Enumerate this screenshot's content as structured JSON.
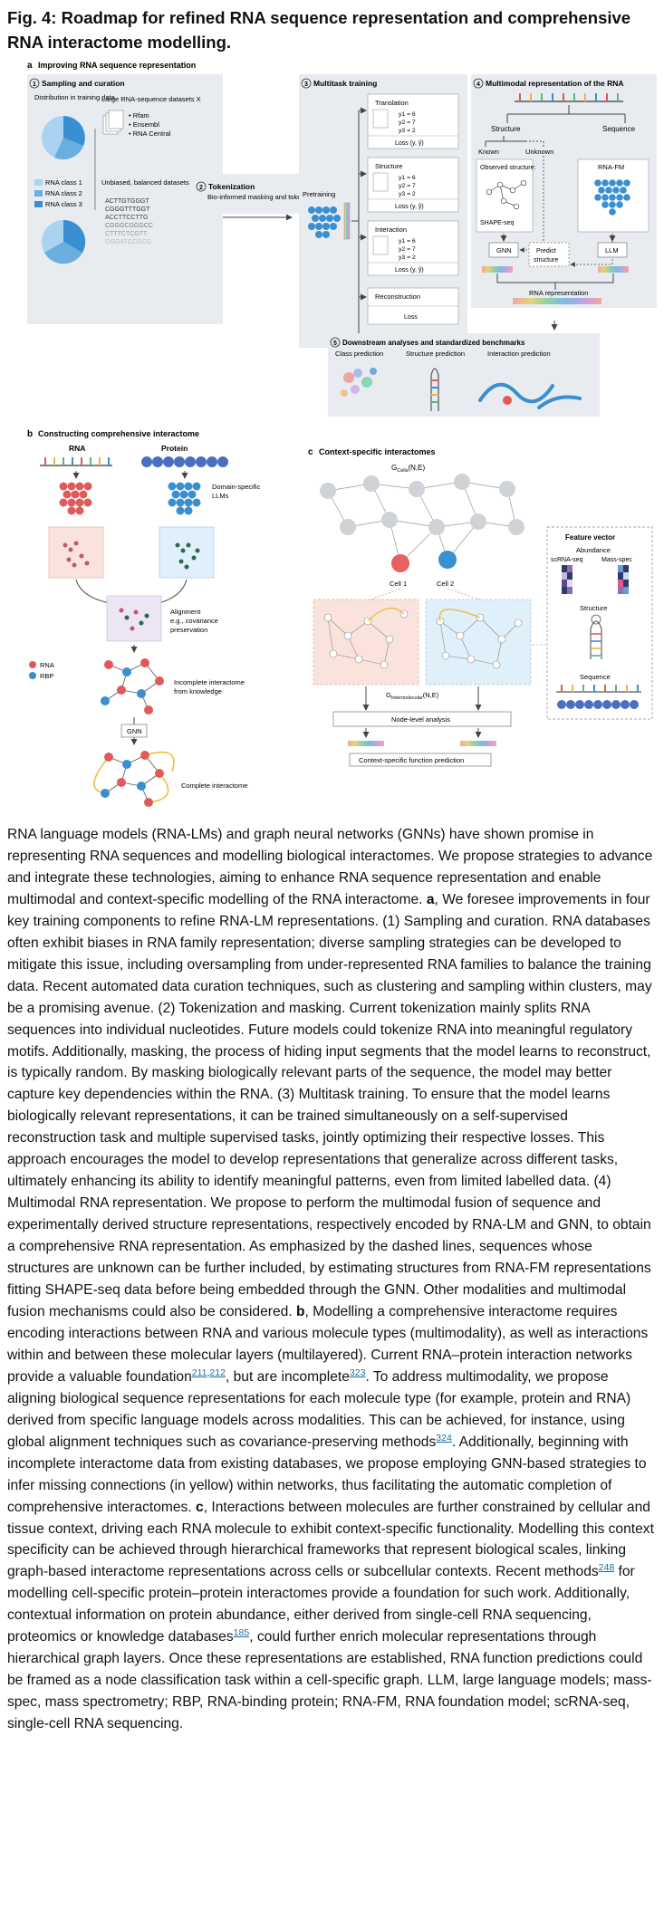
{
  "figure": {
    "title": "Fig. 4: Roadmap for refined RNA sequence representation and comprehensive RNA interactome modelling.",
    "panel_a": {
      "letter": "a",
      "title": "Improving RNA sequence representation",
      "s1": {
        "num": "1",
        "title": "Sampling and curation",
        "dist_label": "Distribution in training data",
        "legend": [
          "RNA class 1",
          "RNA class 2",
          "RNA class 3"
        ],
        "large_ds": "Large RNA-sequence datasets X",
        "sources": [
          "Rfam",
          "Ensembl",
          "RNA Central"
        ],
        "unbiased": "Unbiased, balanced datasets",
        "seqs": [
          "ACTTGTGGGT",
          "CGGGTTTGGT",
          "ACCTTCCTTG",
          "CGGGCGGGCC",
          "CTTTCTCGTT",
          "GGGATGCGCG"
        ]
      },
      "s2": {
        "num": "2",
        "title": "Tokenization",
        "desc": "Bio-informed masking and tokenization"
      },
      "s3": {
        "num": "3",
        "title": "Multitask training",
        "pretraining": "Pretraining",
        "tasks": [
          "Translation",
          "Structure",
          "Interaction",
          "Reconstruction"
        ],
        "outputs": [
          "y1 = 6",
          "y2 = 7",
          "y3 = 2"
        ],
        "loss": "Loss (y, ŷ)",
        "loss_plain": "Loss"
      },
      "s4": {
        "num": "4",
        "title": "Multimodal representation of the RNA",
        "structure": "Structure",
        "sequence": "Sequence",
        "known": "Known",
        "unknown": "Unknown",
        "observed": "Observed structure:",
        "shape": "SHAPE-seq",
        "rnafm": "RNA-FM",
        "gnn": "GNN",
        "predict": "Predict structure",
        "llm": "LLM",
        "rep": "RNA representation"
      },
      "s5": {
        "num": "5",
        "title": "Downstream analyses and standardized benchmarks",
        "labels": [
          "Class prediction",
          "Structure prediction",
          "Interaction prediction"
        ]
      }
    },
    "panel_b": {
      "letter": "b",
      "title": "Constructing comprehensive interactome",
      "rna": "RNA",
      "protein": "Protein",
      "llms": "Domain-specific LLMs",
      "alignment": "Alignment e.g., covariance preservation",
      "legend": [
        "RNA",
        "RBP"
      ],
      "incomplete": "Incomplete interactome from knowledge",
      "gnn": "GNN",
      "complete": "Complete interactome"
    },
    "panel_c": {
      "letter": "c",
      "title": "Context-specific interactomes",
      "gcell": "G",
      "gcell_sub": "Cells",
      "gcell_tail": "(N,E)",
      "cell1": "Cell 1",
      "cell2": "Cell 2",
      "ginter": "G",
      "ginter_sub": "Intermolecular",
      "ginter_tail": "(N,E)",
      "node_level": "Node-level analysis",
      "ctx": "Context-specific function prediction",
      "fv_title": "Feature vector",
      "abundance": "Abundance",
      "scrna": "scRNA-seq",
      "massspec": "Mass-spec",
      "structure": "Structure",
      "sequence": "Sequence"
    }
  },
  "caption": {
    "p1": "RNA language models (RNA-LMs) and graph neural networks (GNNs) have shown promise in representing RNA sequences and modelling biological interactomes. We propose strategies to advance and integrate these technologies, aiming to enhance RNA sequence representation and enable multimodal and context-specific modelling of the RNA interactome. ",
    "a": "a",
    "p2": ", We foresee improvements in four key training components to refine RNA-LM representations. (1) Sampling and curation. RNA databases often exhibit biases in RNA family representation; diverse sampling strategies can be developed to mitigate this issue, including oversampling from under-represented RNA families to balance the training data. Recent automated data curation techniques, such as clustering and sampling within clusters, may be a promising avenue. (2) Tokenization and masking. Current tokenization mainly splits RNA sequences into individual nucleotides. Future models could tokenize RNA into meaningful regulatory motifs. Additionally, masking, the process of hiding input segments that the model learns to reconstruct, is typically random. By masking biologically relevant parts of the sequence, the model may better capture key dependencies within the RNA. (3) Multitask training. To ensure that the model learns biologically relevant representations, it can be trained simultaneously on a self-supervised reconstruction task and multiple supervised tasks, jointly optimizing their respective losses. This approach encourages the model to develop representations that generalize across different tasks, ultimately enhancing its ability to identify meaningful patterns, even from limited labelled data. (4) Multimodal RNA representation. We propose to perform the multimodal fusion of sequence and experimentally derived structure representations, respectively encoded by RNA-LM and GNN, to obtain a comprehensive RNA representation. As emphasized by the dashed lines, sequences whose structures are unknown can be further included, by estimating structures from RNA-FM representations fitting SHAPE-seq data before being embedded through the GNN. Other modalities and multimodal fusion mechanisms could also be considered. ",
    "b": "b",
    "p3": ", Modelling a comprehensive interactome requires encoding interactions between RNA and various molecule types (multimodality), as well as interactions within and between these molecular layers (multilayered). Current RNA–protein interaction networks provide a valuable foundation",
    "r1": "211",
    "r1sep": ",",
    "r2": "212",
    "p4": ", but are incomplete",
    "r3": "323",
    "p5": ". To address multimodality, we propose aligning biological sequence representations for each molecule type (for example, protein and RNA) derived from specific language models across modalities. This can be achieved, for instance, using global alignment techniques such as covariance-preserving methods",
    "r4": "324",
    "p6": ". Additionally, beginning with incomplete interactome data from existing databases, we propose employing GNN-based strategies to infer missing connections (in yellow) within networks, thus facilitating the automatic completion of comprehensive interactomes. ",
    "c": "c",
    "p7": ", Interactions between molecules are further constrained by cellular and tissue context, driving each RNA molecule to exhibit context-specific functionality. Modelling this context specificity can be achieved through hierarchical frameworks that represent biological scales, linking graph-based interactome representations across cells or subcellular contexts. Recent methods",
    "r5": "248",
    "p8": " for modelling cell-specific protein–protein interactomes provide a foundation for such work. Additionally, contextual information on protein abundance, either derived from single-cell RNA sequencing, proteomics or knowledge databases",
    "r6": "185",
    "p9": ", could further enrich molecular representations through hierarchical graph layers. Once these representations are established, RNA function predictions could be framed as a node classification task within a cell-specific graph. LLM, large language models; mass-spec, mass spectrometry; RBP, RNA-binding protein; RNA-FM, RNA foundation model; scRNA-seq, single-cell RNA sequencing."
  },
  "colors": {
    "panel_bg": "#e8ecf0",
    "blue": "#3a8fd0",
    "light_blue": "#8cc4ea",
    "red": "#e05a5a",
    "pink_bg": "#fbe3dd",
    "cyan_bg": "#dff0fa",
    "link": "#1a6aa8"
  }
}
